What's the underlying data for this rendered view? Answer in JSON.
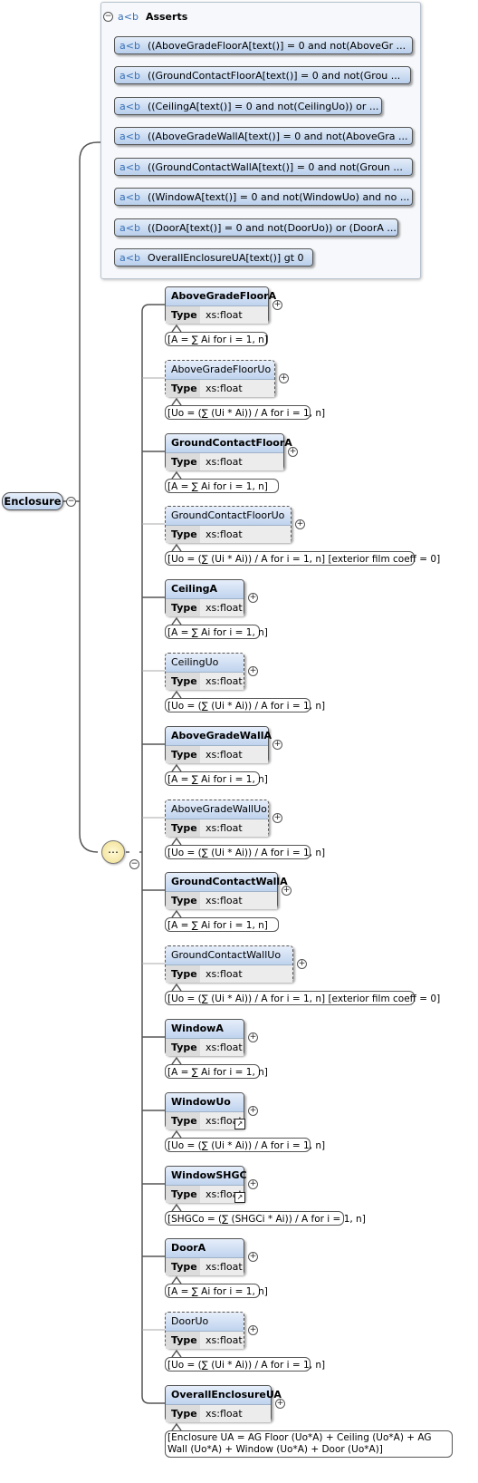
{
  "root": {
    "name": "Enclosure"
  },
  "asserts": {
    "title": "Asserts",
    "prefix": "a<b",
    "items": [
      "((AboveGradeFloorA[text()] = 0 and not(AboveGr ...",
      "((GroundContactFloorA[text()] = 0 and not(Grou ...",
      "((CeilingA[text()] = 0 and not(CeilingUo)) or  ...",
      "((AboveGradeWallA[text()] = 0 and not(AboveGra ...",
      "((GroundContactWallA[text()] = 0 and not(Groun ...",
      "((WindowA[text()] = 0 and not(WindowUo) and no ...",
      "((DoorA[text()] = 0 and not(DoorUo)) or (DoorA ...",
      "OverallEnclosureUA[text()] gt 0"
    ]
  },
  "type_label": "Type",
  "elements": [
    {
      "name": "AboveGradeFloorA",
      "type": "xs:float",
      "optional": false,
      "link": false,
      "annotation": "[A = ∑ Ai for i = 1, n]"
    },
    {
      "name": "AboveGradeFloorUo",
      "type": "xs:float",
      "optional": true,
      "link": false,
      "annotation": "[Uo = (∑ (Ui * Ai)) / A for i = 1, n]"
    },
    {
      "name": "GroundContactFloorA",
      "type": "xs:float",
      "optional": false,
      "link": false,
      "annotation": "[A = ∑ Ai for i = 1, n]"
    },
    {
      "name": "GroundContactFloorUo",
      "type": "xs:float",
      "optional": true,
      "link": false,
      "annotation": "[Uo = (∑ (Ui * Ai)) / A for i = 1, n] [exterior film coeff = 0]"
    },
    {
      "name": "CeilingA",
      "type": "xs:float",
      "optional": false,
      "link": false,
      "annotation": "[A = ∑ Ai for i = 1, n]"
    },
    {
      "name": "CeilingUo",
      "type": "xs:float",
      "optional": true,
      "link": false,
      "annotation": "[Uo = (∑ (Ui * Ai)) / A for i = 1, n]"
    },
    {
      "name": "AboveGradeWallA",
      "type": "xs:float",
      "optional": false,
      "link": false,
      "annotation": "[A = ∑ Ai for i = 1, n]"
    },
    {
      "name": "AboveGradeWallUo",
      "type": "xs:float",
      "optional": true,
      "link": false,
      "annotation": "[Uo = (∑ (Ui * Ai)) / A for i = 1, n]"
    },
    {
      "name": "GroundContactWallA",
      "type": "xs:float",
      "optional": false,
      "link": false,
      "annotation": "[A = ∑ Ai for i = 1, n]"
    },
    {
      "name": "GroundContactWallUo",
      "type": "xs:float",
      "optional": true,
      "link": false,
      "annotation": "[Uo = (∑ (Ui * Ai)) / A for i = 1, n] [exterior film coeff = 0]"
    },
    {
      "name": "WindowA",
      "type": "xs:float",
      "optional": false,
      "link": false,
      "annotation": "[A = ∑ Ai for i = 1, n]"
    },
    {
      "name": "WindowUo",
      "type": "xs:float",
      "optional": false,
      "link": true,
      "annotation": "[Uo = (∑ (Ui * Ai)) / A for i = 1, n]"
    },
    {
      "name": "WindowSHGC",
      "type": "xs:float",
      "optional": false,
      "link": true,
      "annotation": "[SHGCo = (∑ (SHGCi * Ai)) / A for i = 1, n]"
    },
    {
      "name": "DoorA",
      "type": "xs:float",
      "optional": false,
      "link": false,
      "annotation": "[A = ∑ Ai for i = 1, n]"
    },
    {
      "name": "DoorUo",
      "type": "xs:float",
      "optional": true,
      "link": false,
      "annotation": "[Uo = (∑ (Ui * Ai)) / A for i = 1, n]"
    },
    {
      "name": "OverallEnclosureUA",
      "type": "xs:float",
      "optional": false,
      "link": false,
      "annotation": "[Enclosure UA = AG Floor (Uo*A) + Ceiling (Uo*A) + AG Wall (Uo*A) + Window (Uo*A) + Door (Uo*A)]"
    }
  ]
}
